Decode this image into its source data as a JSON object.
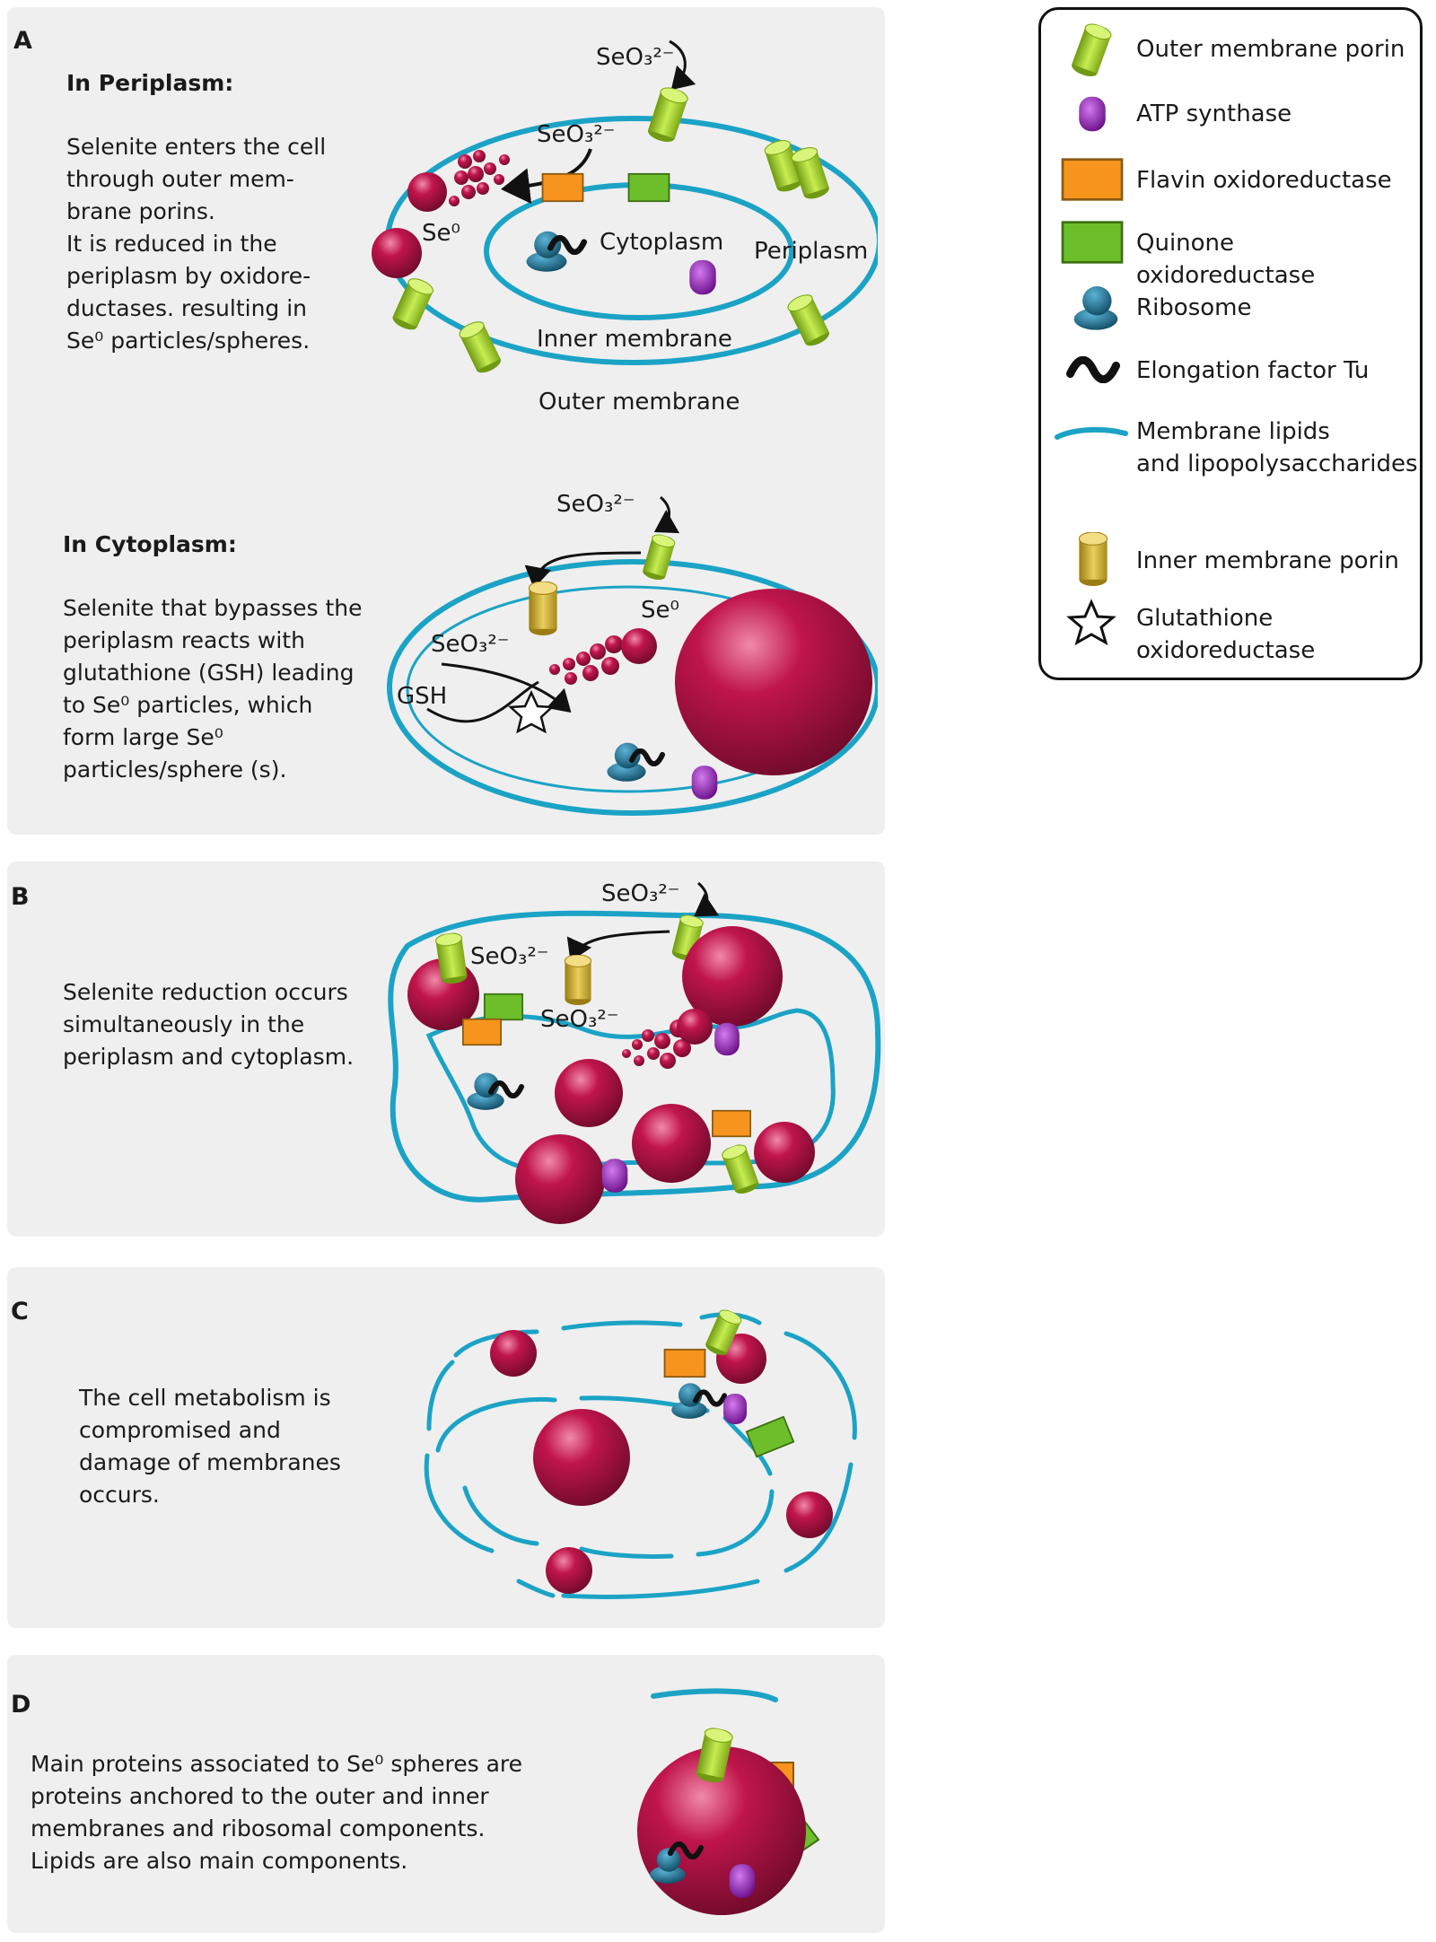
{
  "panels": {
    "a": {
      "letter": "A",
      "periplasm": {
        "heading": "In Periplasm:",
        "text": "Selenite enters the cell\nthrough outer mem-\nbrane porins.\nIt is reduced in the\nperiplasm by oxidore-\nductases. resulting in\nSe⁰ particles/spheres."
      },
      "cytoplasm": {
        "heading": "In Cytoplasm:",
        "text": "Selenite that bypasses the\nperiplasm reacts with\nglutathione (GSH) leading\nto Se⁰ particles, which\nform large Se⁰\nparticles/sphere (s)."
      },
      "labels": {
        "seo3": "SeO₃²⁻",
        "se0": "Se⁰",
        "cytoplasm": "Cytoplasm",
        "periplasm": "Periplasm",
        "inner_membrane": "Inner membrane",
        "outer_membrane": "Outer membrane",
        "gsh": "GSH"
      }
    },
    "b": {
      "letter": "B",
      "text": "Selenite reduction occurs\nsimultaneously in the\nperiplasm and cytoplasm.",
      "labels": {
        "seo3": "SeO₃²⁻"
      }
    },
    "c": {
      "letter": "C",
      "text": "The cell metabolism is\ncompromised and\ndamage of membranes\noccurs."
    },
    "d": {
      "letter": "D",
      "text": "Main proteins associated to Se⁰ spheres are\nproteins anchored to the outer and inner\nmembranes and ribosomal components.\nLipids are also main components."
    }
  },
  "legend": {
    "items": [
      {
        "icon": "outer-porin-icon",
        "label": "Outer membrane porin"
      },
      {
        "icon": "atp-synthase-icon",
        "label": "ATP synthase"
      },
      {
        "icon": "flavin-oxidoreductase-icon",
        "label": "Flavin oxidoreductase"
      },
      {
        "icon": "quinone-oxidoreductase-icon",
        "label": "Quinone oxidoreductase"
      },
      {
        "icon": "ribosome-icon",
        "label": "Ribosome"
      },
      {
        "icon": "elongation-factor-icon",
        "label": "Elongation factor Tu"
      },
      {
        "icon": "membrane-lipid-icon",
        "label": "Membrane lipids\nand lipopolysaccharides"
      },
      {
        "icon": "inner-porin-icon",
        "label": "Inner membrane porin"
      },
      {
        "icon": "glutathione-star-icon",
        "label": "Glutathione\noxidoreductase"
      }
    ]
  },
  "colors": {
    "membrane": "#1ba3c6",
    "selenium": "#c0154c",
    "outer_porin": "#9ccc2a",
    "inner_porin": "#c9a92c",
    "flavin": "#f7941d",
    "quinone": "#6cbf2a",
    "atp": "#8e1fb0",
    "ribosome": "#17607e"
  }
}
